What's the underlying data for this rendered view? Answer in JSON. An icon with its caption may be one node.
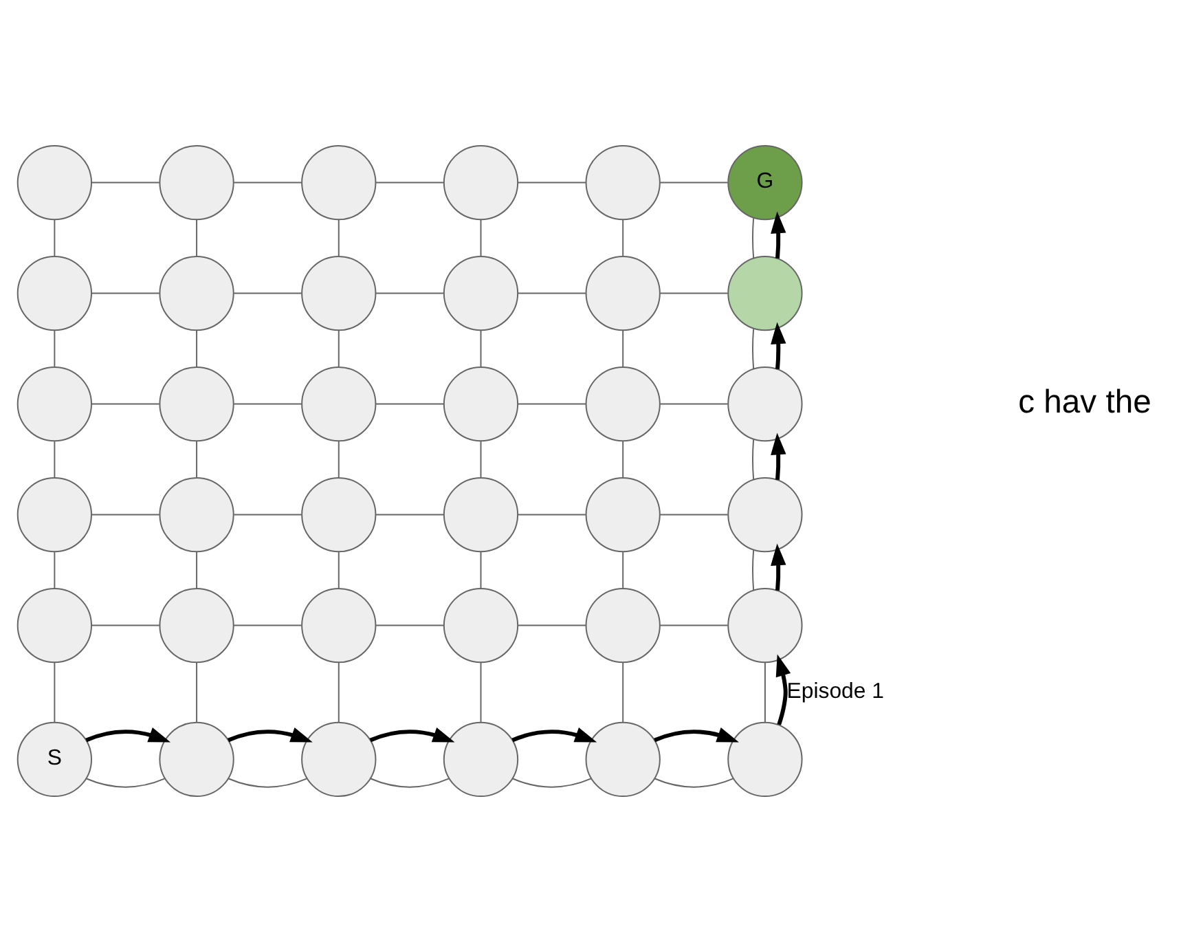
{
  "diagram": {
    "nodes": [
      {
        "text": [],
        "shape": "circle"
      },
      {
        "text": [],
        "shape": "circle"
      },
      {
        "text": [],
        "shape": "circle"
      },
      {
        "text": [],
        "shape": "circle"
      },
      {
        "text": [],
        "shape": "circle"
      },
      {
        "text": [
          "G"
        ]
      },
      {
        "text": [],
        "shape": "circle"
      },
      {
        "text": [],
        "shape": "circle"
      },
      {
        "text": [],
        "shape": "circle"
      },
      {
        "text": [],
        "shape": "circle"
      },
      {
        "text": [],
        "shape": "circle"
      },
      {
        "text": [],
        "shape": "circle"
      },
      {
        "text": [],
        "shape": "circle"
      },
      {
        "text": [],
        "shape": "circle"
      },
      {
        "text": [],
        "shape": "circle"
      },
      {
        "text": [],
        "shape": "circle"
      },
      {
        "text": [],
        "shape": "circle"
      },
      {
        "text": [],
        "shape": "circle"
      },
      {
        "text": [],
        "shape": "circle"
      },
      {
        "text": [],
        "shape": "circle"
      },
      {
        "text": [],
        "shape": "circle"
      },
      {
        "text": [],
        "shape": "circle"
      },
      {
        "text": [],
        "shape": "circle"
      },
      {
        "text": [],
        "shape": "circle"
      },
      {
        "text": [],
        "shape": "circle"
      },
      {
        "text": [],
        "shape": "circle"
      },
      {
        "text": [],
        "shape": "circle"
      },
      {
        "text": [],
        "shape": "circle"
      },
      {
        "text": [],
        "shape": "circle"
      },
      {
        "text": [],
        "shape": "circle"
      },
      {
        "text": [
          "S"
        ]
      },
      {
        "text": [],
        "shape": "circle"
      },
      {
        "text": [],
        "shape": "circle"
      },
      {
        "text": [],
        "shape": "circle"
      },
      {
        "text": [],
        "shape": "circle"
      },
      {
        "text": [],
        "shape": "circle"
      }
    ],
    "edges": [
      {
        "from": 0,
        "to": 1,
        "arrow": "none"
      },
      {
        "from": 1,
        "to": 2,
        "arrow": "none"
      },
      {
        "from": 2,
        "to": 3,
        "arrow": "none"
      },
      {
        "from": 3,
        "to": 4,
        "arrow": "none"
      },
      {
        "from": 4,
        "to": 5,
        "arrow": "none"
      },
      {
        "from": 6,
        "to": 7,
        "arrow": "none"
      },
      {
        "from": 7,
        "to": 8,
        "arrow": "none"
      },
      {
        "from": 8,
        "to": 9,
        "arrow": "none"
      },
      {
        "from": 9,
        "to": 10,
        "arrow": "none"
      },
      {
        "from": 10,
        "to": 11,
        "arrow": "none"
      },
      {
        "from": 12,
        "to": 13,
        "arrow": "none"
      },
      {
        "from": 13,
        "to": 14,
        "arrow": "none"
      },
      {
        "from": 14,
        "to": 15,
        "arrow": "none"
      },
      {
        "from": 15,
        "to": 16,
        "arrow": "none"
      },
      {
        "from": 16,
        "to": 17,
        "arrow": "none"
      },
      {
        "from": 18,
        "to": 19,
        "arrow": "none"
      },
      {
        "from": 19,
        "to": 20,
        "arrow": "none"
      },
      {
        "from": 20,
        "to": 21,
        "arrow": "none"
      },
      {
        "from": 21,
        "to": 22,
        "arrow": "none"
      },
      {
        "from": 22,
        "to": 23,
        "arrow": "none"
      },
      {
        "from": 24,
        "to": 25,
        "arrow": "none"
      },
      {
        "from": 25,
        "to": 26,
        "arrow": "none"
      },
      {
        "from": 26,
        "to": 27,
        "arrow": "none"
      },
      {
        "from": 27,
        "to": 28,
        "arrow": "none"
      },
      {
        "from": 28,
        "to": 29,
        "arrow": "none"
      },
      {
        "from": 30,
        "to": 31,
        "arrow": "none"
      },
      {
        "from": 31,
        "to": 32,
        "arrow": "none"
      },
      {
        "from": 32,
        "to": 33,
        "arrow": "none"
      },
      {
        "from": 33,
        "to": 34,
        "arrow": "none"
      },
      {
        "from": 34,
        "to": 35,
        "arrow": "none"
      },
      {
        "from": 0,
        "to": 6,
        "arrow": "none"
      },
      {
        "from": 1,
        "to": 7,
        "arrow": "none"
      },
      {
        "from": 2,
        "to": 8,
        "arrow": "none"
      },
      {
        "from": 3,
        "to": 9,
        "arrow": "none"
      },
      {
        "from": 4,
        "to": 10,
        "arrow": "none"
      },
      {
        "from": 5,
        "to": 11,
        "arrow": "none"
      },
      {
        "from": 6,
        "to": 12,
        "arrow": "none"
      },
      {
        "from": 7,
        "to": 13,
        "arrow": "none"
      },
      {
        "from": 8,
        "to": 14,
        "arrow": "none"
      },
      {
        "from": 9,
        "to": 15,
        "arrow": "none"
      },
      {
        "from": 10,
        "to": 16,
        "arrow": "none"
      },
      {
        "from": 11,
        "to": 17,
        "arrow": "none"
      },
      {
        "from": 12,
        "to": 18,
        "arrow": "none"
      },
      {
        "from": 13,
        "to": 19,
        "arrow": "none"
      },
      {
        "from": 14,
        "to": 20,
        "arrow": "none"
      },
      {
        "from": 15,
        "to": 21,
        "arrow": "none"
      },
      {
        "from": 16,
        "to": 22,
        "arrow": "none"
      },
      {
        "from": 17,
        "to": 23,
        "arrow": "none"
      },
      {
        "from": 18,
        "to": 24,
        "arrow": "none"
      },
      {
        "from": 19,
        "to": 25,
        "arrow": "none"
      },
      {
        "from": 20,
        "to": 26,
        "arrow": "none"
      },
      {
        "from": 21,
        "to": 27,
        "arrow": "none"
      },
      {
        "from": 22,
        "to": 28,
        "arrow": "none"
      },
      {
        "from": 23,
        "to": 29,
        "arrow": "none"
      },
      {
        "from": 24,
        "to": 30,
        "arrow": "none"
      },
      {
        "from": 25,
        "to": 31,
        "arrow": "none"
      },
      {
        "from": 26,
        "to": 32,
        "arrow": "none"
      },
      {
        "from": 27,
        "to": 33,
        "arrow": "none"
      },
      {
        "from": 28,
        "to": 34,
        "arrow": "none"
      },
      {
        "from": 29,
        "to": 35,
        "arrow": "none"
      },
      {
        "from": 30,
        "to": 31,
        "arrow": "to",
        "style": "thick",
        "color": "#000000"
      },
      {
        "from": 31,
        "to": 32,
        "arrow": "to",
        "style": "thick",
        "color": "#000000"
      },
      {
        "from": 32,
        "to": 33,
        "arrow": "to",
        "style": "thick",
        "color": "#000000"
      },
      {
        "from": 33,
        "to": 34,
        "arrow": "to",
        "style": "thick",
        "color": "#000000"
      },
      {
        "from": 34,
        "to": 35,
        "arrow": "to",
        "style": "thick",
        "color": "#000000"
      },
      {
        "from": 35,
        "to": 29,
        "arrow": "to",
        "style": "thick",
        "color": "#000000",
        "label": "Episode 1"
      },
      {
        "from": 29,
        "to": 23,
        "arrow": "to",
        "style": "thick",
        "color": "#000000"
      },
      {
        "from": 23,
        "to": 17,
        "arrow": "to",
        "style": "thick",
        "color": "#000000"
      },
      {
        "from": 17,
        "to": 11,
        "arrow": "to",
        "style": "thick",
        "color": "#000000"
      },
      {
        "from": 11,
        "to": 5,
        "arrow": "to",
        "style": "thick",
        "color": "#000000"
      }
    ],
    "labels": [
      "c hav the"
    ]
  }
}
